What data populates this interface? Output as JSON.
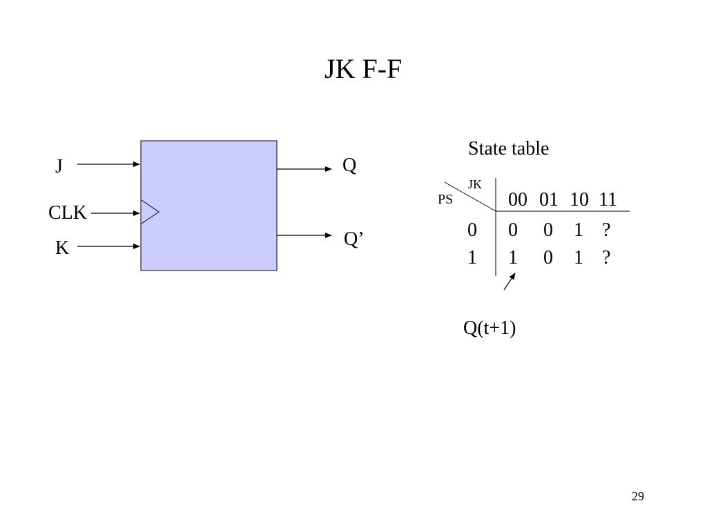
{
  "slide": {
    "title": "JK F-F",
    "page_number": "29"
  },
  "flipflop": {
    "fill_color": "#ccccff",
    "inputs": {
      "j": "J",
      "clk": "CLK",
      "k": "K"
    },
    "outputs": {
      "q": "Q",
      "q_bar": "Q’"
    }
  },
  "state_table": {
    "caption": "State table",
    "corner_column_label": "JK",
    "corner_row_label": "PS",
    "columns": [
      "00",
      "01",
      "10",
      "11"
    ],
    "rows": [
      {
        "ps": "0",
        "cells": [
          "0",
          "0",
          "1",
          "?"
        ]
      },
      {
        "ps": "1",
        "cells": [
          "1",
          "0",
          "1",
          "?"
        ]
      }
    ],
    "annotation": "Q(t+1)"
  }
}
